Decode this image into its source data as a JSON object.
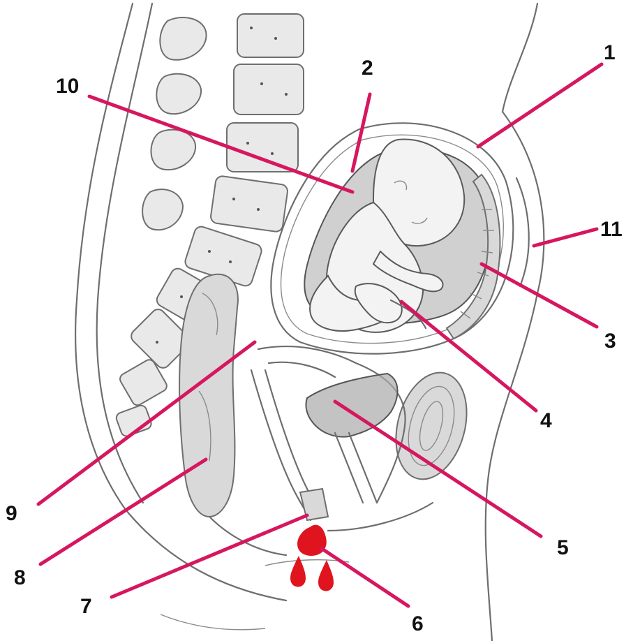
{
  "colors": {
    "leader": "#d6175f",
    "drop": "#e0141e",
    "label": "#111111"
  },
  "labels": {
    "l1": "1",
    "l2": "2",
    "l3": "3",
    "l4": "4",
    "l5": "5",
    "l6": "6",
    "l7": "7",
    "l8": "8",
    "l9": "9",
    "l10": "10",
    "l11": "11"
  }
}
